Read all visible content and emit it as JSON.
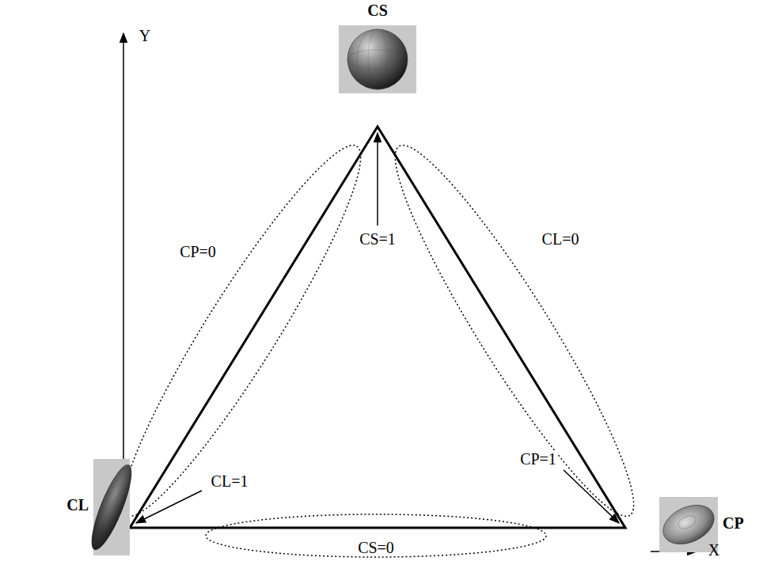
{
  "diagram": {
    "nodes": [
      {
        "text": [
          "CS"
        ]
      },
      {
        "text": [
          "CL"
        ]
      },
      {
        "text": [
          "CP"
        ]
      }
    ],
    "labels": [
      "Y",
      "CP=0",
      "CS=1",
      "CL=0",
      "CL=1",
      "CP=1",
      "CS=0",
      "X"
    ]
  }
}
